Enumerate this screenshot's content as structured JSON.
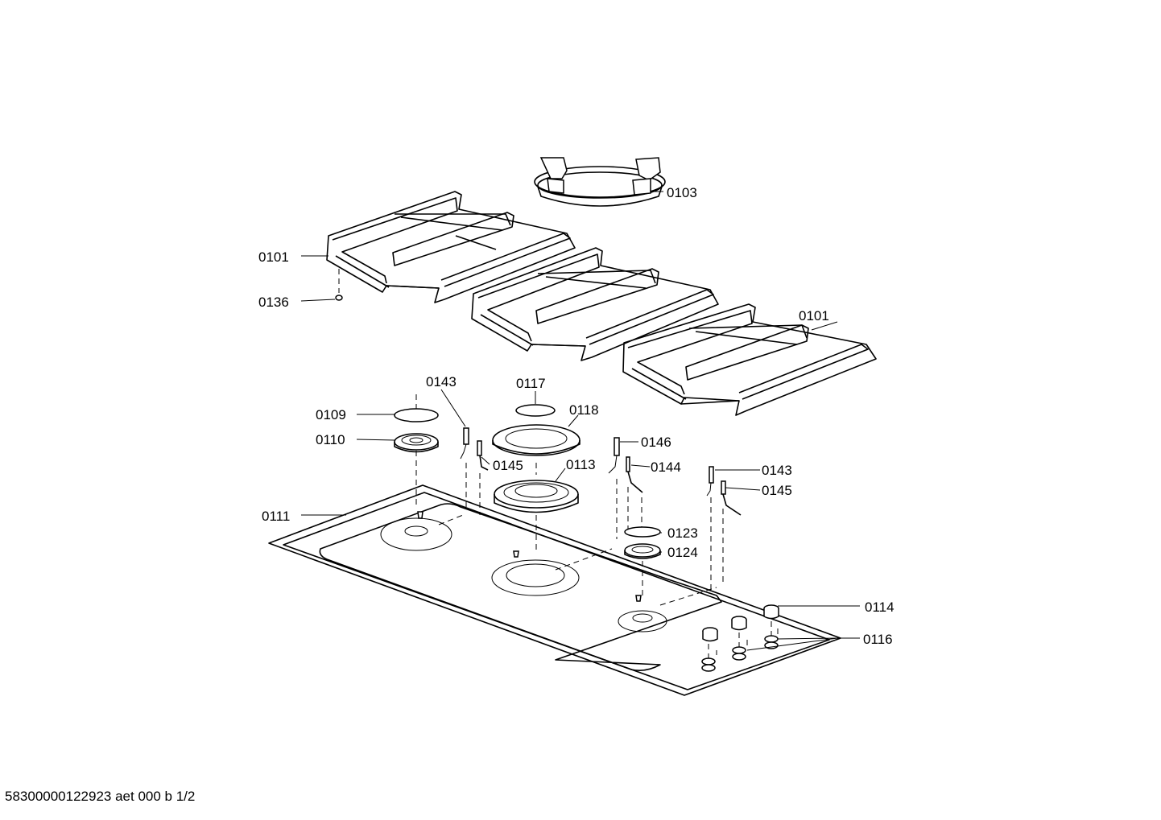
{
  "labels": {
    "p0101_a": "0101",
    "p0101_b": "0101",
    "p0103": "0103",
    "p0136": "0136",
    "p0143_a": "0143",
    "p0143_b": "0143",
    "p0117": "0117",
    "p0118": "0118",
    "p0109": "0109",
    "p0110": "0110",
    "p0145_a": "0145",
    "p0145_b": "0145",
    "p0113": "0113",
    "p0146": "0146",
    "p0144": "0144",
    "p0111": "0111",
    "p0123": "0123",
    "p0124": "0124",
    "p0114": "0114",
    "p0116": "0116"
  },
  "footer": "58300000122923 aet 000 b 1/2"
}
